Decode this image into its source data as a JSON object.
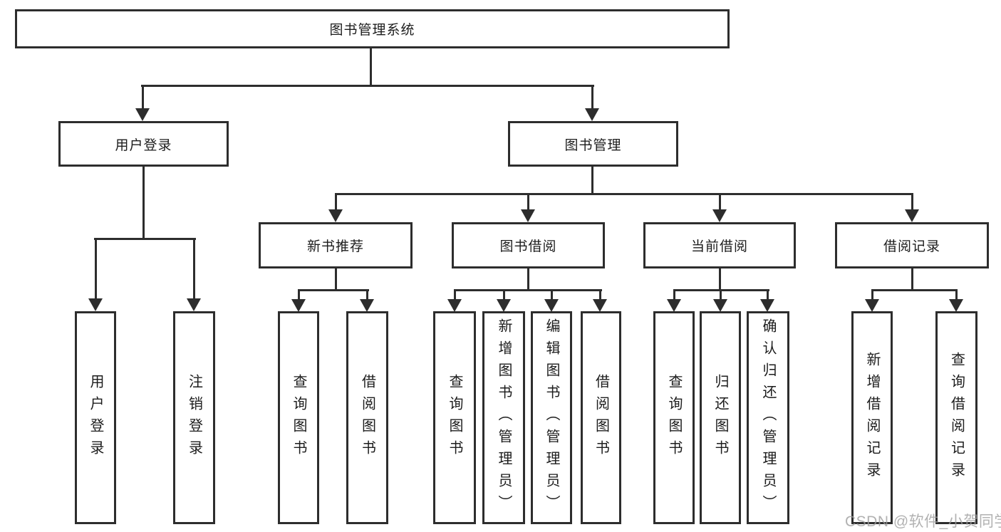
{
  "diagram": {
    "root": {
      "label": "图书管理系统"
    },
    "branches": {
      "user": {
        "label": "用户登录",
        "leaves": [
          "用户登录",
          "注销登录"
        ]
      },
      "book": {
        "label": "图书管理"
      }
    },
    "modules": [
      {
        "label": "新书推荐",
        "leaves": [
          "查询图书",
          "借阅图书"
        ]
      },
      {
        "label": "图书借阅",
        "leaves": [
          "查询图书",
          "新增图书（管理员）",
          "编辑图书（管理员）",
          "借阅图书"
        ]
      },
      {
        "label": "当前借阅",
        "leaves": [
          "查询图书",
          "归还图书",
          "确认归还（管理员）"
        ]
      },
      {
        "label": "借阅记录",
        "leaves": [
          "新增借阅记录",
          "查询借阅记录"
        ]
      }
    ]
  },
  "watermark": "CSDN @软件_小贺同学",
  "colors": {
    "line": "#2d2d2d",
    "text": "#1c1c1c",
    "watermark": "#9e9e9e",
    "background": "#ffffff"
  }
}
